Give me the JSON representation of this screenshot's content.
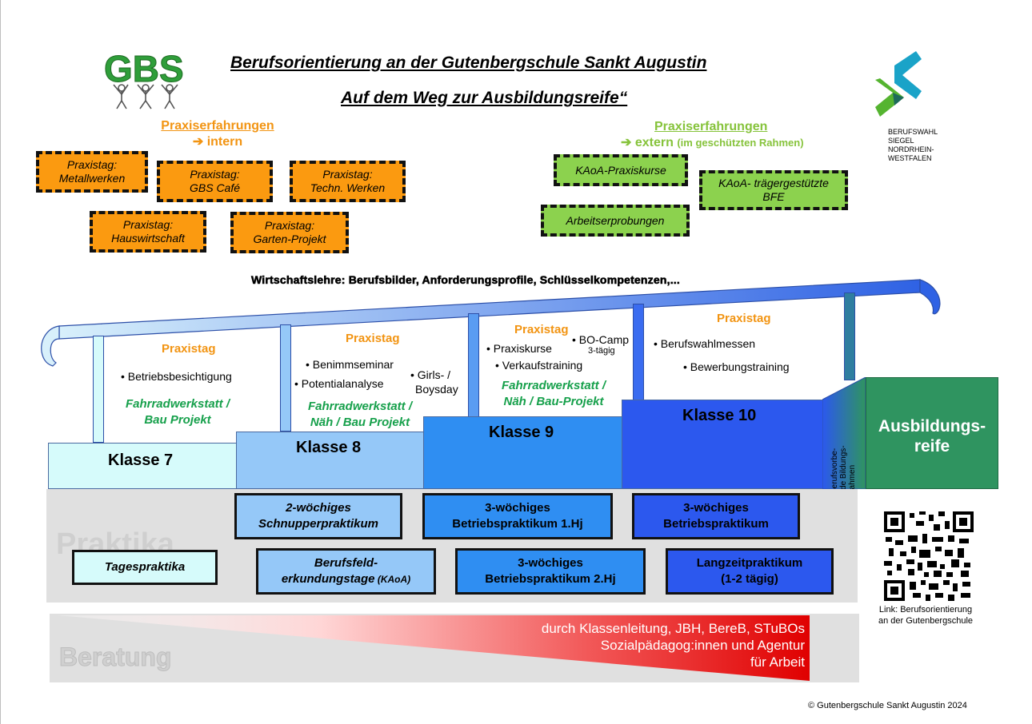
{
  "header": {
    "title1": "Berufsorientierung an der Gutenbergschule Sankt Augustin",
    "title2": "Auf dem Weg zur Ausbildungsreife“",
    "logo_text": "GBS",
    "siegel_lines": [
      "BERUFSWAHL",
      "SIEGEL",
      "NORDRHEIN-",
      "WESTFALEN"
    ]
  },
  "intern": {
    "heading": "Praxiserfahrungen",
    "sub_arrow": "➔",
    "sub": "intern",
    "boxes": [
      {
        "l1": "Praxistag:",
        "l2": "Metallwerken"
      },
      {
        "l1": "Praxistag:",
        "l2": "GBS Café"
      },
      {
        "l1": "Praxistag:",
        "l2": "Techn. Werken"
      },
      {
        "l1": "Praxistag:",
        "l2": "Hauswirtschaft"
      },
      {
        "l1": "Praxistag:",
        "l2": "Garten-Projekt"
      }
    ]
  },
  "extern": {
    "heading": "Praxiserfahrungen",
    "sub_arrow": "➔",
    "sub": "extern",
    "sub_small": "(im geschützten Rahmen)",
    "boxes": [
      {
        "l1": "KAoA-Praxiskurse",
        "l2": ""
      },
      {
        "l1": "KAoA- trägergestützte",
        "l2": "BFE"
      },
      {
        "l1": "Arbeitserprobungen",
        "l2": ""
      }
    ]
  },
  "banner": "Wirtschaftslehre: Berufsbilder, Anforderungsprofile, Schlüsselkompetenzen,...",
  "classes": {
    "k7": {
      "label": "Klasse 7",
      "praxistag": "Praxistag",
      "bullets": [
        "• Betriebsbesichtigung"
      ],
      "green": [
        "Fahrradwerkstatt /",
        "Bau Projekt"
      ]
    },
    "k8": {
      "label": "Klasse 8",
      "praxistag": "Praxistag",
      "bullets": [
        "• Benimmseminar",
        "• Potentialanalyse"
      ],
      "side": [
        "• Girls- /",
        "Boysday"
      ],
      "green": [
        "Fahrradwerkstatt /",
        "Näh / Bau Projekt"
      ]
    },
    "k9": {
      "label": "Klasse 9",
      "praxistag": "Praxistag",
      "bullets": [
        "• Praxiskurse",
        "• Verkaufstraining"
      ],
      "side": [
        "• BO-Camp",
        "3-tägig"
      ],
      "green": [
        "Fahrradwerkstatt /",
        "Näh / Bau-Projekt"
      ]
    },
    "k10": {
      "label": "Klasse 10",
      "praxistag": "Praxistag",
      "bullets": [
        "• Berufswahlmessen",
        "• Bewerbungstraining"
      ]
    },
    "evtl": "evtl. berufsvorbe-\nreitende Bildungs-\nmaßnahmen",
    "reife": [
      "Ausbildungs-",
      "reife"
    ]
  },
  "praktika": {
    "watermark": "Praktika",
    "boxes": [
      {
        "l1": "Tagespraktika",
        "l2": ""
      },
      {
        "l1": "2-wöchiges",
        "l2": "Schnupperpraktikum"
      },
      {
        "l1": "Berufsfeld-",
        "l2": "erkundungstage",
        "l2small": " (KAoA)"
      },
      {
        "l1": "3-wöchiges",
        "l2": "Betriebspraktikum 1.Hj"
      },
      {
        "l1": "3-wöchiges",
        "l2": "Betriebspraktikum 2.Hj"
      },
      {
        "l1": "3-wöchiges",
        "l2": "Betriebspraktikum"
      },
      {
        "l1": "Langzeitpraktikum",
        "l2": "(1-2 tägig)"
      }
    ]
  },
  "beratung": {
    "watermark": "Beratung",
    "lines": [
      "durch Klassenleitung, JBH, BereB, STuBOs",
      "Sozialpädagog:innen und Agentur",
      "für Arbeit"
    ]
  },
  "qr": {
    "caption1": "Link: Berufsorientierung",
    "caption2": "an der Gutenbergschule"
  },
  "footer": "© Gutenbergschule Sankt Augustin 2024",
  "colors": {
    "orange": "#fb9a10",
    "green_box": "#8cd24e",
    "praxis_heading_orange": "#f29412",
    "praxis_heading_green": "#86c33b",
    "text_green": "#16a04b",
    "k7": "#d6fbfb",
    "k8": "#95c8f8",
    "k9": "#2f8ef2",
    "k10": "#2c58ee",
    "reife": "#2f9460"
  }
}
